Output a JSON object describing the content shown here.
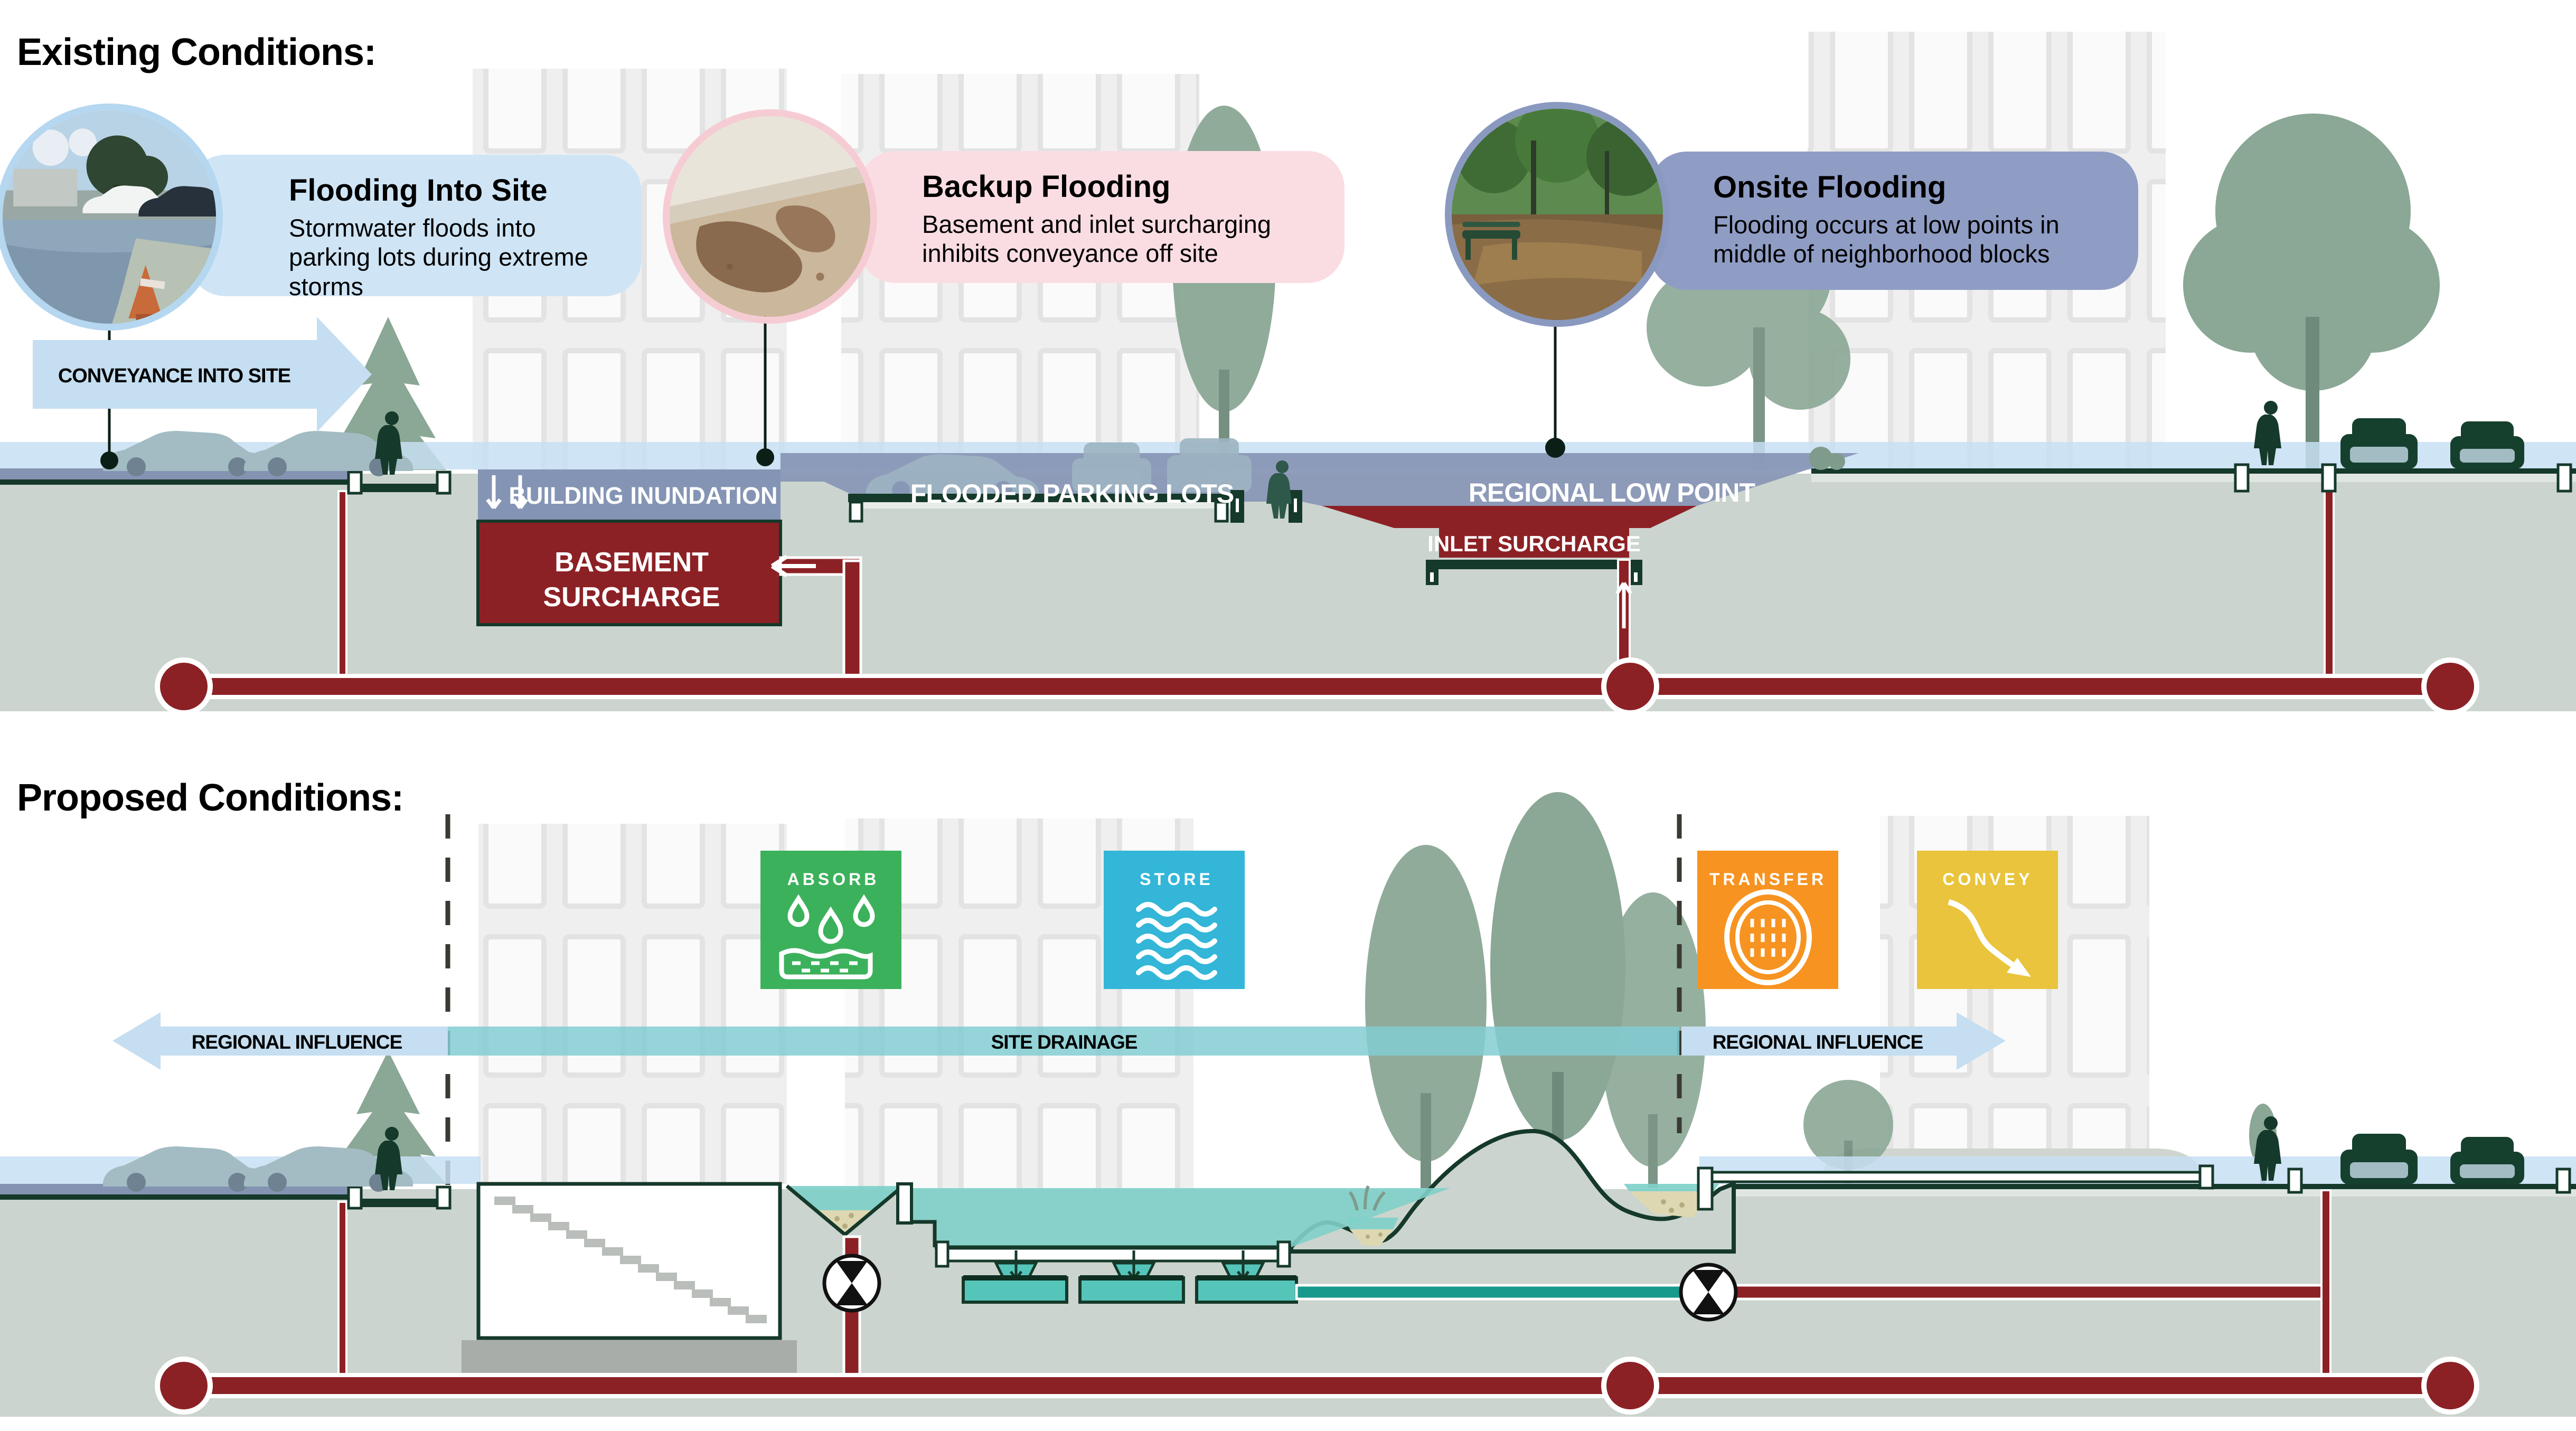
{
  "page": {
    "title_existing": "Existing Conditions:",
    "title_proposed": "Proposed Conditions:"
  },
  "existing": {
    "callouts": [
      {
        "id": "flooding-into-site",
        "title": "Flooding Into Site",
        "body": "Stormwater floods into parking lots during extreme storms",
        "color": "#cfe5f6",
        "photo": "flooded-street-photo"
      },
      {
        "id": "backup-flooding",
        "title": "Backup Flooding",
        "body": "Basement and inlet surcharging inhibits conveyance off site",
        "color": "#fadde2",
        "photo": "wet-basement-floor-photo"
      },
      {
        "id": "onsite-flooding",
        "title": "Onsite Flooding",
        "body": "Flooding occurs at low points in middle of neighborhood blocks",
        "color": "#8f9dc5",
        "photo": "flooded-park-path-photo"
      }
    ],
    "conveyance_arrow": "CONVEYANCE INTO SITE",
    "labels": {
      "building_inundation": "BUILDING INUNDATION",
      "basement_line1": "BASEMENT",
      "basement_line2": "SURCHARGE",
      "flooded_parking_lots": "FLOODED PARKING LOTS",
      "regional_low_point": "REGIONAL LOW POINT",
      "inlet_surcharge": "INLET SURCHARGE"
    }
  },
  "proposed": {
    "icons": [
      {
        "label": "ABSORB",
        "color": "#3cb15c",
        "icon": "raindrops-into-soil-icon"
      },
      {
        "label": "STORE",
        "color": "#33b6d8",
        "icon": "water-waves-icon"
      },
      {
        "label": "TRANSFER",
        "color": "#f79320",
        "icon": "manhole-cover-icon"
      },
      {
        "label": "CONVEY",
        "color": "#e9c43c",
        "icon": "curved-flow-arrow-icon"
      }
    ],
    "flows": {
      "regional_influence_left": "REGIONAL INFLUENCE",
      "site_drainage": "SITE DRAINAGE",
      "regional_influence_right": "REGIONAL INFLUENCE"
    }
  },
  "colors": {
    "pipe_red": "#8c2125",
    "flood_slate": "#8997b6",
    "surface_water_blue": "#cde4f5",
    "drainage_teal": "#7fd0ca",
    "soil_gray": "#cbd4ce",
    "outline_green": "#15392a"
  }
}
